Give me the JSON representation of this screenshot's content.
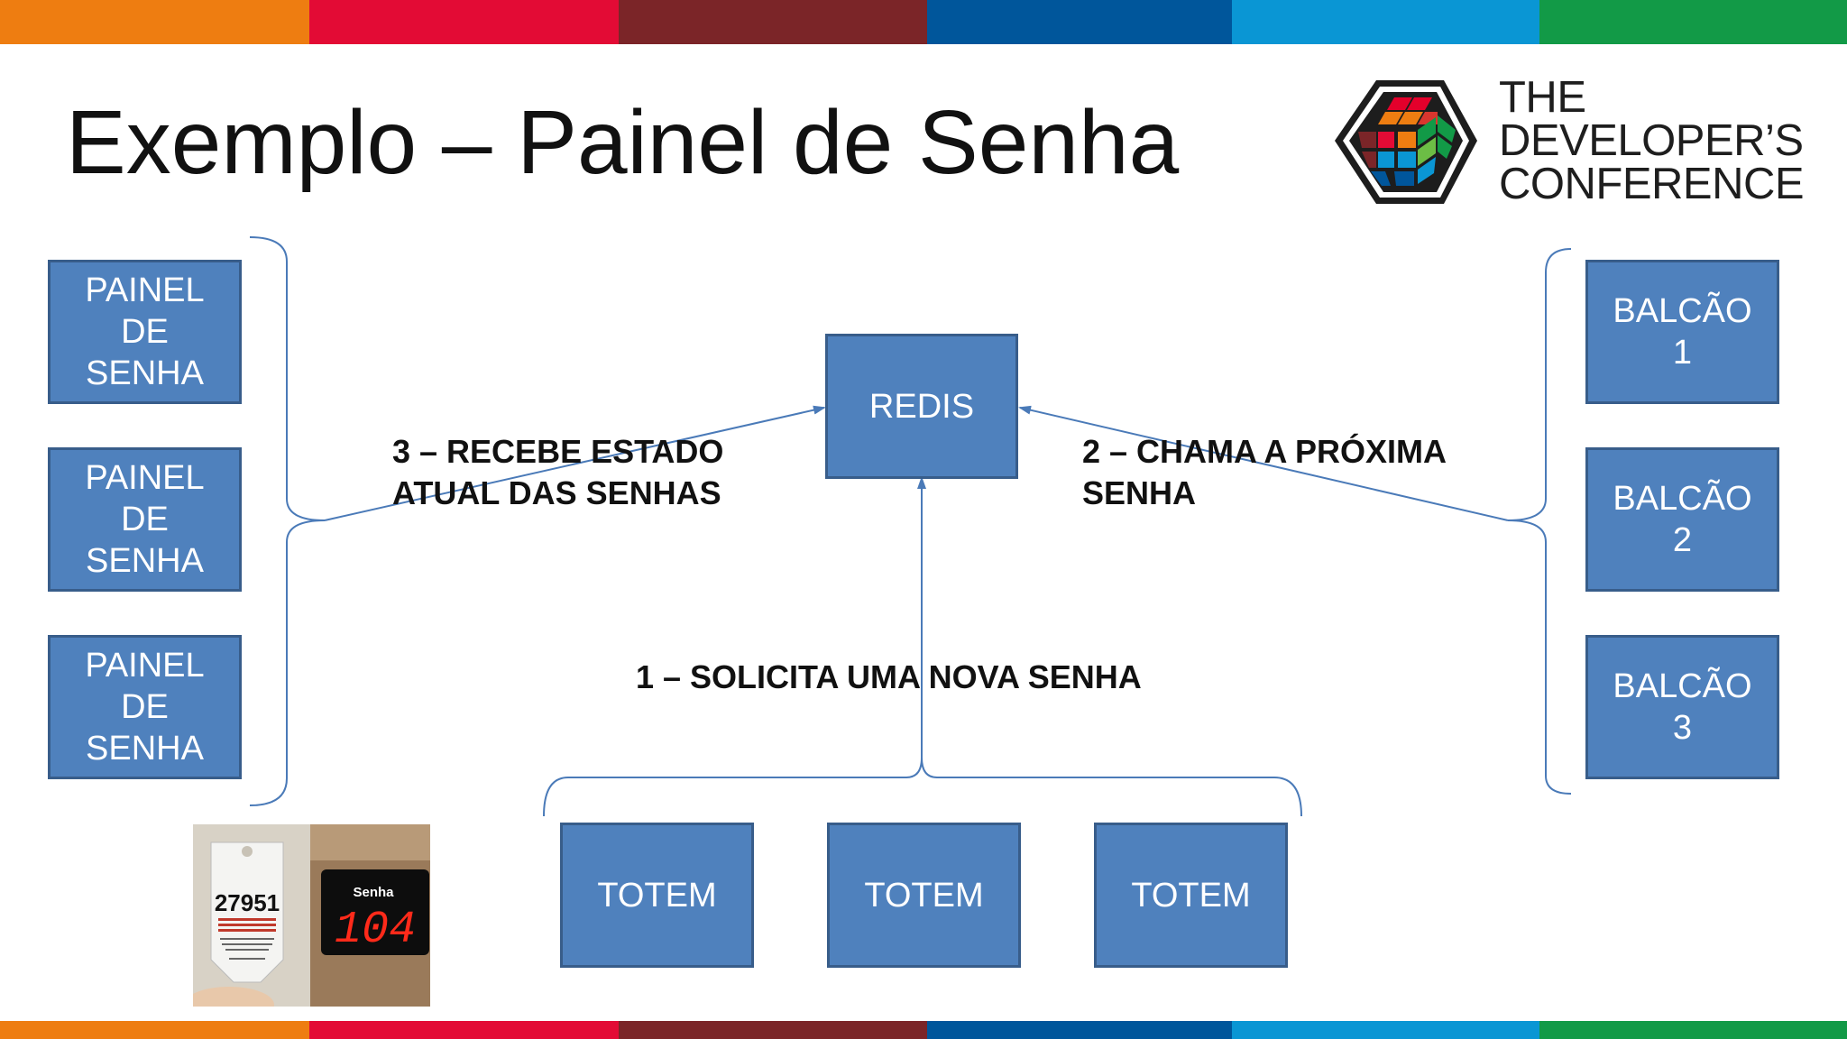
{
  "header_stripe_colors": [
    "#ee7d11",
    "#e30b35",
    "#7b2528",
    "#00569b",
    "#0a96d4",
    "#129a47"
  ],
  "title": "Exemplo – Painel de Senha",
  "logo": {
    "line1": "THE",
    "line2": "DEVELOPER’S",
    "line3": "CONFERENCE"
  },
  "diagram": {
    "painel_boxes": [
      "PAINEL\nDE\nSENHA",
      "PAINEL\nDE\nSENHA",
      "PAINEL\nDE\nSENHA"
    ],
    "balcao_boxes": [
      "BALCÃO\n1",
      "BALCÃO\n2",
      "BALCÃO\n3"
    ],
    "center_box": "REDIS",
    "totem_boxes": [
      "TOTEM",
      "TOTEM",
      "TOTEM"
    ],
    "label_step3": "3 – RECEBE ESTADO\nATUAL DAS SENHAS",
    "label_step2": "2 – CHAMA A PRÓXIMA\nSENHA",
    "label_step1": "1 – SOLICITA UMA NOVA SENHA",
    "box_color": "#4f81bd",
    "line_color": "#4a7ab8"
  },
  "photo": {
    "ticket_number": "27951",
    "display_label": "Senha",
    "display_number": "104"
  }
}
